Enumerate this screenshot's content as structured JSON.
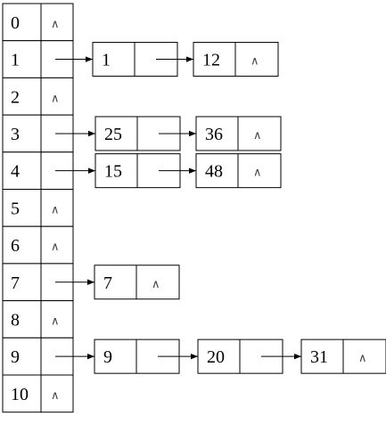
{
  "null_symbol": "∧",
  "table": [
    {
      "index": "0",
      "chain": []
    },
    {
      "index": "1",
      "chain": [
        "1",
        "12"
      ]
    },
    {
      "index": "2",
      "chain": []
    },
    {
      "index": "3",
      "chain": [
        "25",
        "36"
      ]
    },
    {
      "index": "4",
      "chain": [
        "15",
        "48"
      ]
    },
    {
      "index": "5",
      "chain": []
    },
    {
      "index": "6",
      "chain": []
    },
    {
      "index": "7",
      "chain": [
        "7"
      ]
    },
    {
      "index": "8",
      "chain": []
    },
    {
      "index": "9",
      "chain": [
        "9",
        "20",
        "31"
      ]
    },
    {
      "index": "10",
      "chain": []
    }
  ]
}
